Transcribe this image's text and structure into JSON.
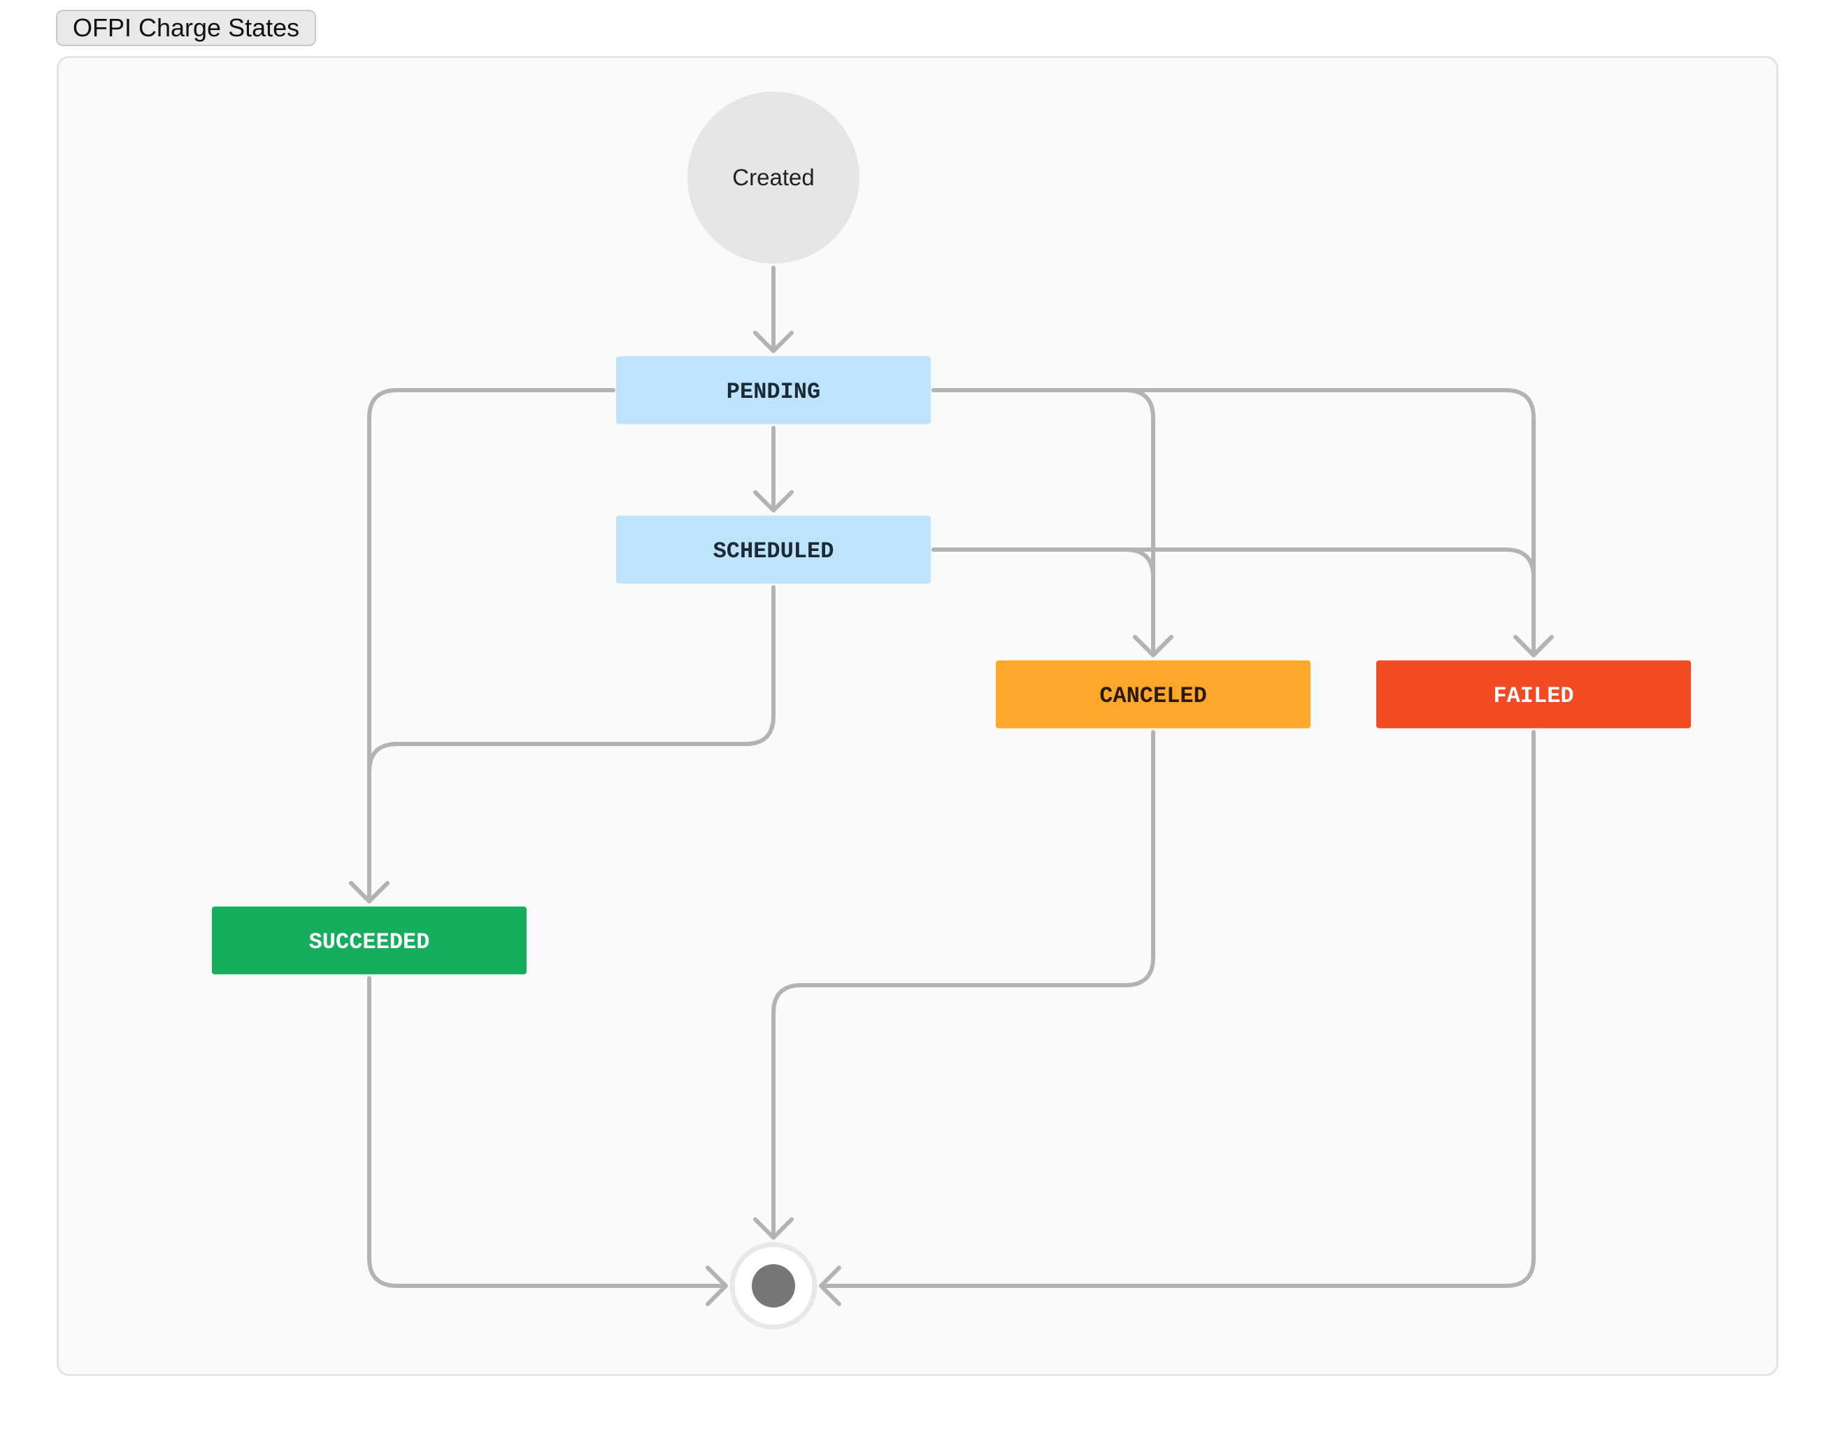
{
  "header": {
    "title": "OFPI Charge States"
  },
  "diagram": {
    "start_label": "Created",
    "states": [
      {
        "id": "pending",
        "label": "PENDING",
        "fill": "#bee3fc",
        "text": "#1c2a36"
      },
      {
        "id": "scheduled",
        "label": "SCHEDULED",
        "fill": "#bee3fc",
        "text": "#1c2a36"
      },
      {
        "id": "canceled",
        "label": "CANCELED",
        "fill": "#fea72a",
        "text": "#2b1a00"
      },
      {
        "id": "failed",
        "label": "FAILED",
        "fill": "#f24b24",
        "text": "#ffffff"
      },
      {
        "id": "succeeded",
        "label": "SUCCEEDED",
        "fill": "#15ad5e",
        "text": "#ffffff"
      }
    ],
    "transitions": [
      {
        "from": "created",
        "to": "pending"
      },
      {
        "from": "pending",
        "to": "scheduled"
      },
      {
        "from": "pending",
        "to": "succeeded"
      },
      {
        "from": "pending",
        "to": "canceled"
      },
      {
        "from": "pending",
        "to": "failed"
      },
      {
        "from": "scheduled",
        "to": "succeeded"
      },
      {
        "from": "scheduled",
        "to": "canceled"
      },
      {
        "from": "scheduled",
        "to": "failed"
      },
      {
        "from": "succeeded",
        "to": "end"
      },
      {
        "from": "canceled",
        "to": "end"
      },
      {
        "from": "failed",
        "to": "end"
      }
    ],
    "colors": {
      "edge": "#b3b3b3",
      "start_node": "#e6e6e6",
      "end_dot": "#777777",
      "end_ring": "#e8e8e8"
    }
  }
}
